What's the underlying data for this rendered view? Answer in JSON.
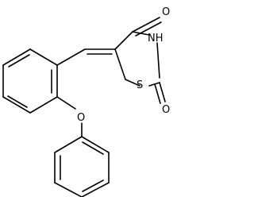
{
  "molecule": {
    "atoms": {
      "oxygen_top": "O",
      "nitrogen_hydrogen": "NH",
      "sulfur": "S",
      "oxygen_right": "O",
      "oxygen_ether": "O"
    }
  }
}
